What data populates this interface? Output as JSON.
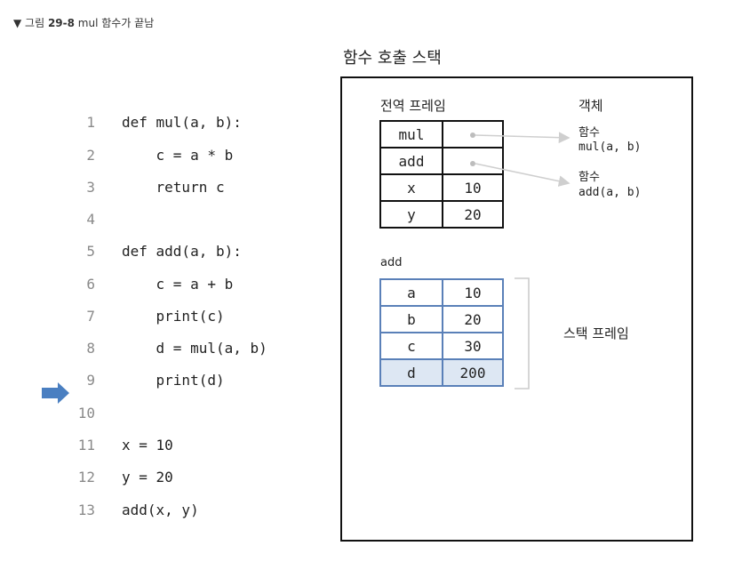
{
  "caption": {
    "prefix": "▼ 그림 ",
    "fig": "29-8",
    "text": " mul 함수가 끝남"
  },
  "code": {
    "lines": [
      {
        "num": "1",
        "text": "def mul(a, b):"
      },
      {
        "num": "2",
        "text": "    c = a * b"
      },
      {
        "num": "3",
        "text": "    return c"
      },
      {
        "num": "4",
        "text": ""
      },
      {
        "num": "5",
        "text": "def add(a, b):"
      },
      {
        "num": "6",
        "text": "    c = a + b"
      },
      {
        "num": "7",
        "text": "    print(c)"
      },
      {
        "num": "8",
        "text": "    d = mul(a, b)"
      },
      {
        "num": "9",
        "text": "    print(d)"
      },
      {
        "num": "10",
        "text": ""
      },
      {
        "num": "11",
        "text": "x = 10"
      },
      {
        "num": "12",
        "text": "y = 20"
      },
      {
        "num": "13",
        "text": "add(x, y)"
      }
    ],
    "current_line": 9,
    "arrow_color": "#4a7fc1"
  },
  "stack": {
    "title": "함수 호출 스택",
    "global_label": "전역 프레임",
    "object_label": "객체",
    "global_rows": [
      {
        "name": "mul",
        "value": ""
      },
      {
        "name": "add",
        "value": ""
      },
      {
        "name": "x",
        "value": "10"
      },
      {
        "name": "y",
        "value": "20"
      }
    ],
    "objects": [
      {
        "kind": "함수",
        "sig": "mul(a, b)"
      },
      {
        "kind": "함수",
        "sig": "add(a, b)"
      }
    ],
    "frame_label": "add",
    "frame_rows": [
      {
        "name": "a",
        "value": "10"
      },
      {
        "name": "b",
        "value": "20"
      },
      {
        "name": "c",
        "value": "30"
      },
      {
        "name": "d",
        "value": "200"
      }
    ],
    "frame_caption": "스택 프레임",
    "highlight_color": "#dde7f3",
    "frame_border_color": "#5a80b8"
  }
}
